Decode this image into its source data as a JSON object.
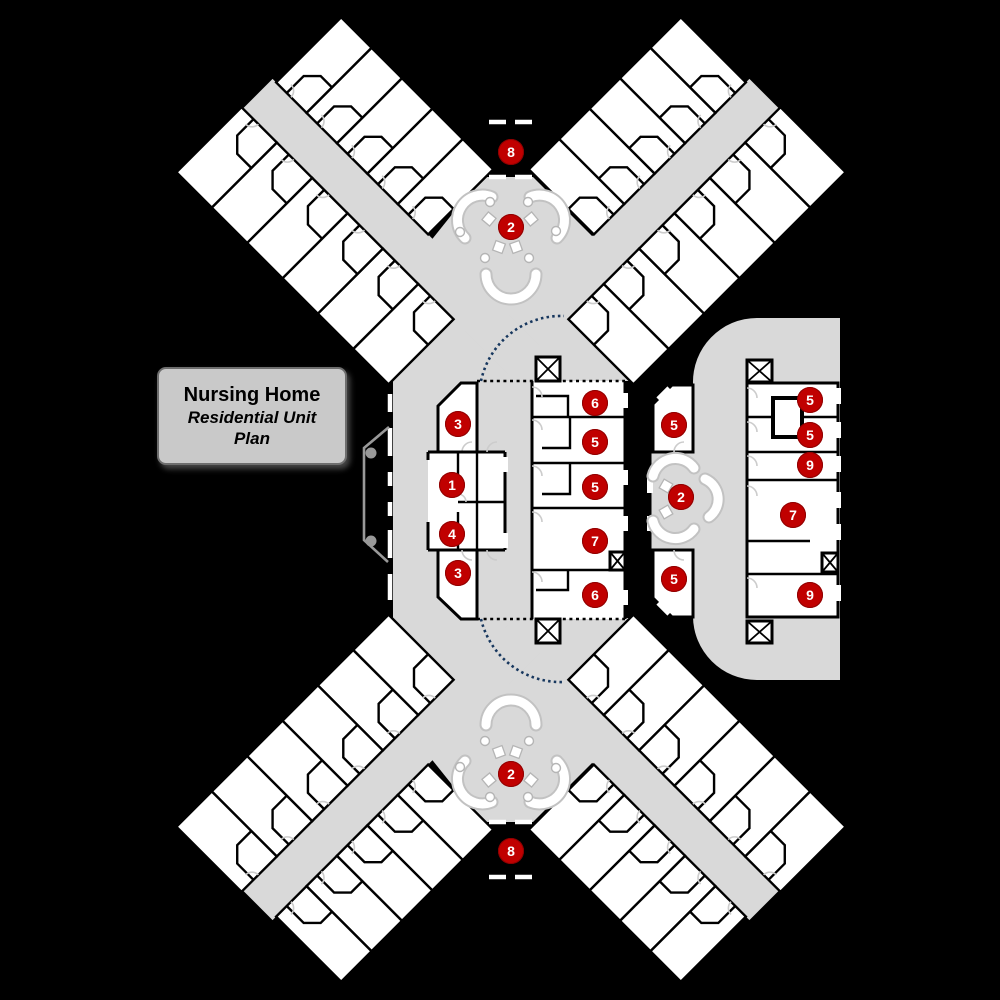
{
  "title": {
    "name": "Nursing Home",
    "subtitle": "Residential Unit Plan"
  },
  "markers": [
    {
      "label": "8"
    },
    {
      "label": "2"
    },
    {
      "label": "3"
    },
    {
      "label": "6"
    },
    {
      "label": "5"
    },
    {
      "label": "5"
    },
    {
      "label": "5"
    },
    {
      "label": "5"
    },
    {
      "label": "9"
    },
    {
      "label": "1"
    },
    {
      "label": "5"
    },
    {
      "label": "2"
    },
    {
      "label": "7"
    },
    {
      "label": "4"
    },
    {
      "label": "7"
    },
    {
      "label": "3"
    },
    {
      "label": "5"
    },
    {
      "label": "6"
    },
    {
      "label": "9"
    },
    {
      "label": "2"
    },
    {
      "label": "8"
    }
  ],
  "colors": {
    "background": "#000000",
    "floor": "#d9d9d9",
    "walls": "#000000",
    "marker": "#c00000",
    "marker_text": "#ffffff",
    "annotation_arc": "#17375e",
    "title_box": "#c9c9c9"
  }
}
